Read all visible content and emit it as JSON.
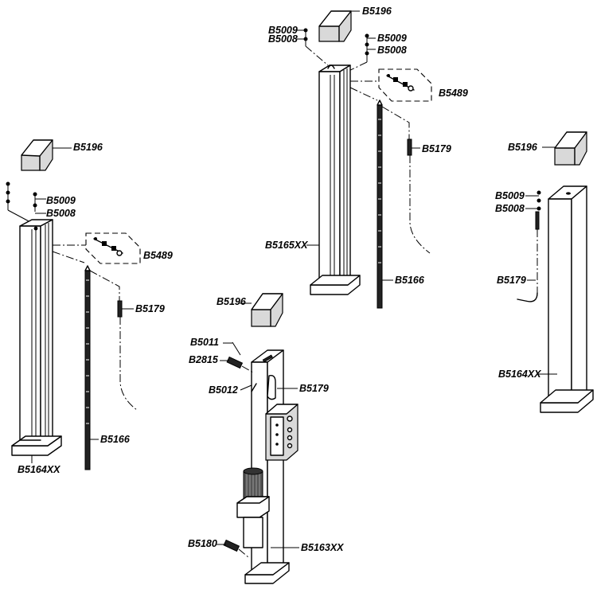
{
  "diagram": {
    "labels": {
      "center_cap": "B5196",
      "center_b5009_left": "B5009",
      "center_b5008_left": "B5008",
      "center_b5009_right": "B5009",
      "center_b5008_right": "B5008",
      "center_b5489": "B5489",
      "center_b5179": "B5179",
      "center_column": "B5165XX",
      "center_rack": "B5166",
      "left_cap": "B5196",
      "left_b5009": "B5009",
      "left_b5008": "B5008",
      "left_b5489": "B5489",
      "left_b5179": "B5179",
      "left_rack": "B5166",
      "left_column": "B5164XX",
      "right_cap": "B5196",
      "right_b5009": "B5009",
      "right_b5008": "B5008",
      "right_b5179": "B5179",
      "right_column": "B5164XX",
      "power_cap": "B5196",
      "power_b5011": "B5011",
      "power_b2815": "B2815",
      "power_b5012": "B5012",
      "power_b5179": "B5179",
      "power_b5180": "B5180",
      "power_column": "B5163XX"
    }
  }
}
